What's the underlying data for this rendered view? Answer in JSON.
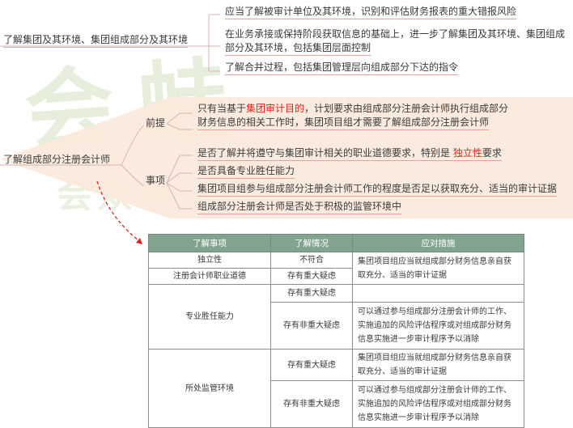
{
  "watermark": {
    "text": "会蛙",
    "sub": "会众号"
  },
  "section1": {
    "label": "了解集团及其环境、集团组成部分及其环境",
    "items": [
      "应当了解被审计单位及其环境，识别和评估财务报表的重大错报风险",
      "在业务承接或保持阶段获取信息的基础上，进一步了解集团及其环境、集团组成",
      "部分及其环境，包括集团层面控制",
      "了解合并过程，包括集团管理层向组成部分下达的指令"
    ]
  },
  "section2": {
    "label": "了解组成部分注册会计师",
    "premise_label": "前提",
    "premise_line1_pre": "只有当基于",
    "premise_line1_red": "集团审计目的",
    "premise_line1_post": "，计划要求由组成部分注册会计师执行组成部分",
    "premise_line2": "财务信息的相关工作时，集团项目组才需要了解组成部分注册会计师",
    "matters_label": "事项",
    "matter1_pre": "是否了解并将遵守与集团审计相关的职业道德要求，特别是",
    "matter1_red": "独立性",
    "matter1_post": "要求",
    "matter2": "是否具备专业胜任能力",
    "matter3": "集团项目组参与组成部分注册会计师工作的程度是否足以获取充分、适当的审计证据",
    "matter4": "组成部分注册会计师是否处于积极的监管环境中"
  },
  "table": {
    "headers": [
      "了解事项",
      "了解情况",
      "应对措施"
    ],
    "r1_item": "独立性",
    "r1_status": "不符合",
    "r2_item": "注册会计师职业道德",
    "r2_status": "存有重大疑虑",
    "r12_measure": "集团项目组应当就组成部分财务信息亲自获取充分、适当的审计证据",
    "r3_item": "专业胜任能力",
    "r3_status_a": "存有重大疑虑",
    "r3_status_b": "存有非重大疑虑",
    "r3_measure_b": "可以通过参与组成部分注册会计师的工作、实施追加的风险评估程序或对组成部分财务信息实施进一步审计程序予以消除",
    "r4_item": "所处监管环境",
    "r4_status_a": "存有重大疑虑",
    "r4_measure_a": "集团项目组应当就组成部分财务信息亲自获取充分、适当的审计证据",
    "r4_status_b": "存有非重大疑虑",
    "r4_measure_b": "可以通过参与组成部分注册会计师的工作、实施追加的风险评估程序或对组成部分财务信息实施进一步审计程序予以消除"
  },
  "colors": {
    "accent_red": "#e0231c",
    "header_green": "#82a48f",
    "band_fill": "#fbe9dc"
  }
}
